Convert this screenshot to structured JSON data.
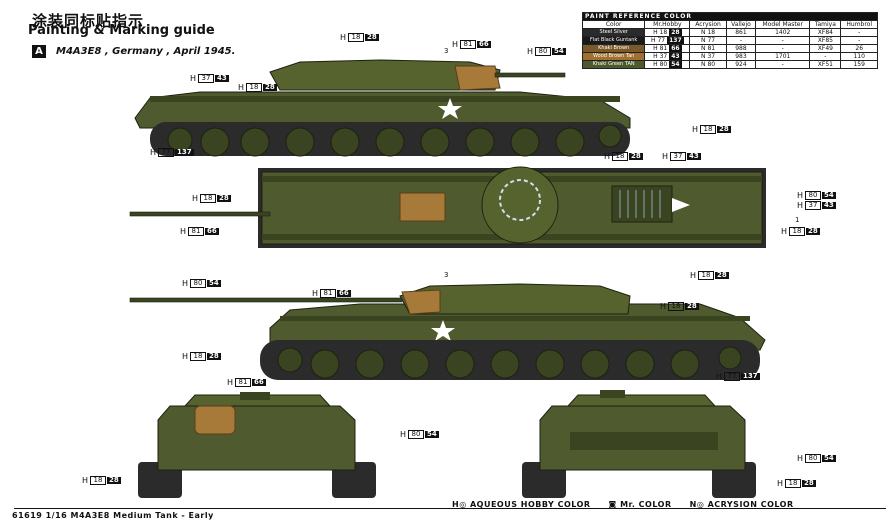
{
  "header": {
    "title_cn": "涂装同标贴指示",
    "title_en": "Painting & Marking guide",
    "scheme_tag": "A",
    "scheme_text": "M4A3E8 , Germany , April 1945."
  },
  "paint_table": {
    "title": "PAINT REFERENCE COLOR",
    "columns": [
      "Color",
      "Mr.Hobby",
      "Acrysion",
      "Vallejo",
      "Model Master",
      "Tamiya",
      "Humbrol"
    ],
    "rows": [
      {
        "color": "Steel\nSilver",
        "swatch": "#2b2b2b",
        "mrhobby_n": "18",
        "mrhobby_b": "28",
        "acrysion": "18",
        "vallejo": "861",
        "mm": "1402",
        "tamiya": "XF84",
        "humbrol": "-"
      },
      {
        "color": "Flat Black\nGuntank",
        "swatch": "#1a1a1a",
        "mrhobby_n": "77",
        "mrhobby_b": "137",
        "acrysion": "77",
        "vallejo": "-",
        "mm": "-",
        "tamiya": "XF85",
        "humbrol": "-"
      },
      {
        "color": "Khaki\nBrown",
        "swatch": "#7a5a2a",
        "mrhobby_n": "81",
        "mrhobby_b": "66",
        "acrysion": "81",
        "vallejo": "988",
        "mm": "-",
        "tamiya": "XF49",
        "humbrol": "26"
      },
      {
        "color": "Wood Brown\nTan",
        "swatch": "#a0702e",
        "mrhobby_n": "37",
        "mrhobby_b": "43",
        "acrysion": "37",
        "vallejo": "983",
        "mm": "1701",
        "tamiya": "-",
        "humbrol": "110"
      },
      {
        "color": "Khaki Green\nTAN",
        "swatch": "#4d5a2b",
        "mrhobby_n": "80",
        "mrhobby_b": "54",
        "acrysion": "80",
        "vallejo": "924",
        "mm": "-",
        "tamiya": "XF51",
        "humbrol": "159"
      }
    ]
  },
  "callouts": [
    {
      "h": "H",
      "n": "18",
      "b": "28"
    },
    {
      "h": "H",
      "n": "81",
      "b": "66"
    },
    {
      "h": "H",
      "n": "80",
      "b": "54"
    },
    {
      "h": "H",
      "n": "37",
      "b": "43"
    },
    {
      "h": "H",
      "n": "18",
      "b": "28"
    },
    {
      "h": "H",
      "n": "77",
      "b": "137"
    },
    {
      "h": "H",
      "n": "18",
      "b": "28"
    },
    {
      "h": "H",
      "n": "18",
      "b": "28"
    },
    {
      "h": "H",
      "n": "37",
      "b": "43"
    },
    {
      "h": "H",
      "n": "18",
      "b": "28"
    },
    {
      "h": "H",
      "n": "81",
      "b": "66"
    },
    {
      "h": "H",
      "n": "80",
      "b": "54"
    },
    {
      "h": "H",
      "n": "37",
      "b": "43"
    },
    {
      "h": "H",
      "n": "18",
      "b": "28"
    },
    {
      "h": "H",
      "n": "80",
      "b": "54"
    },
    {
      "h": "H",
      "n": "81",
      "b": "66"
    },
    {
      "h": "H",
      "n": "18",
      "b": "28"
    },
    {
      "h": "H",
      "n": "18",
      "b": "28"
    },
    {
      "h": "H",
      "n": "18",
      "b": "28"
    },
    {
      "h": "H",
      "n": "77",
      "b": "137"
    },
    {
      "h": "H",
      "n": "81",
      "b": "66"
    },
    {
      "h": "H",
      "n": "80",
      "b": "54"
    },
    {
      "h": "H",
      "n": "18",
      "b": "28"
    },
    {
      "h": "H",
      "n": "80",
      "b": "54"
    },
    {
      "h": "H",
      "n": "18",
      "b": "28"
    }
  ],
  "markers": {
    "m1": "3",
    "m2": "1",
    "m3": "3"
  },
  "legend": {
    "item1": "H◎ AQUEOUS HOBBY COLOR",
    "item2": "◙ Mr. COLOR",
    "item3": "N◎ ACRYSION COLOR"
  },
  "footer": "61619  1/16  M4A3E8 Medium Tank - Early",
  "colors": {
    "olive": "#4f5b2e",
    "olive_dark": "#3a4420",
    "tan": "#a77a3a",
    "track": "#2b2b2b"
  }
}
